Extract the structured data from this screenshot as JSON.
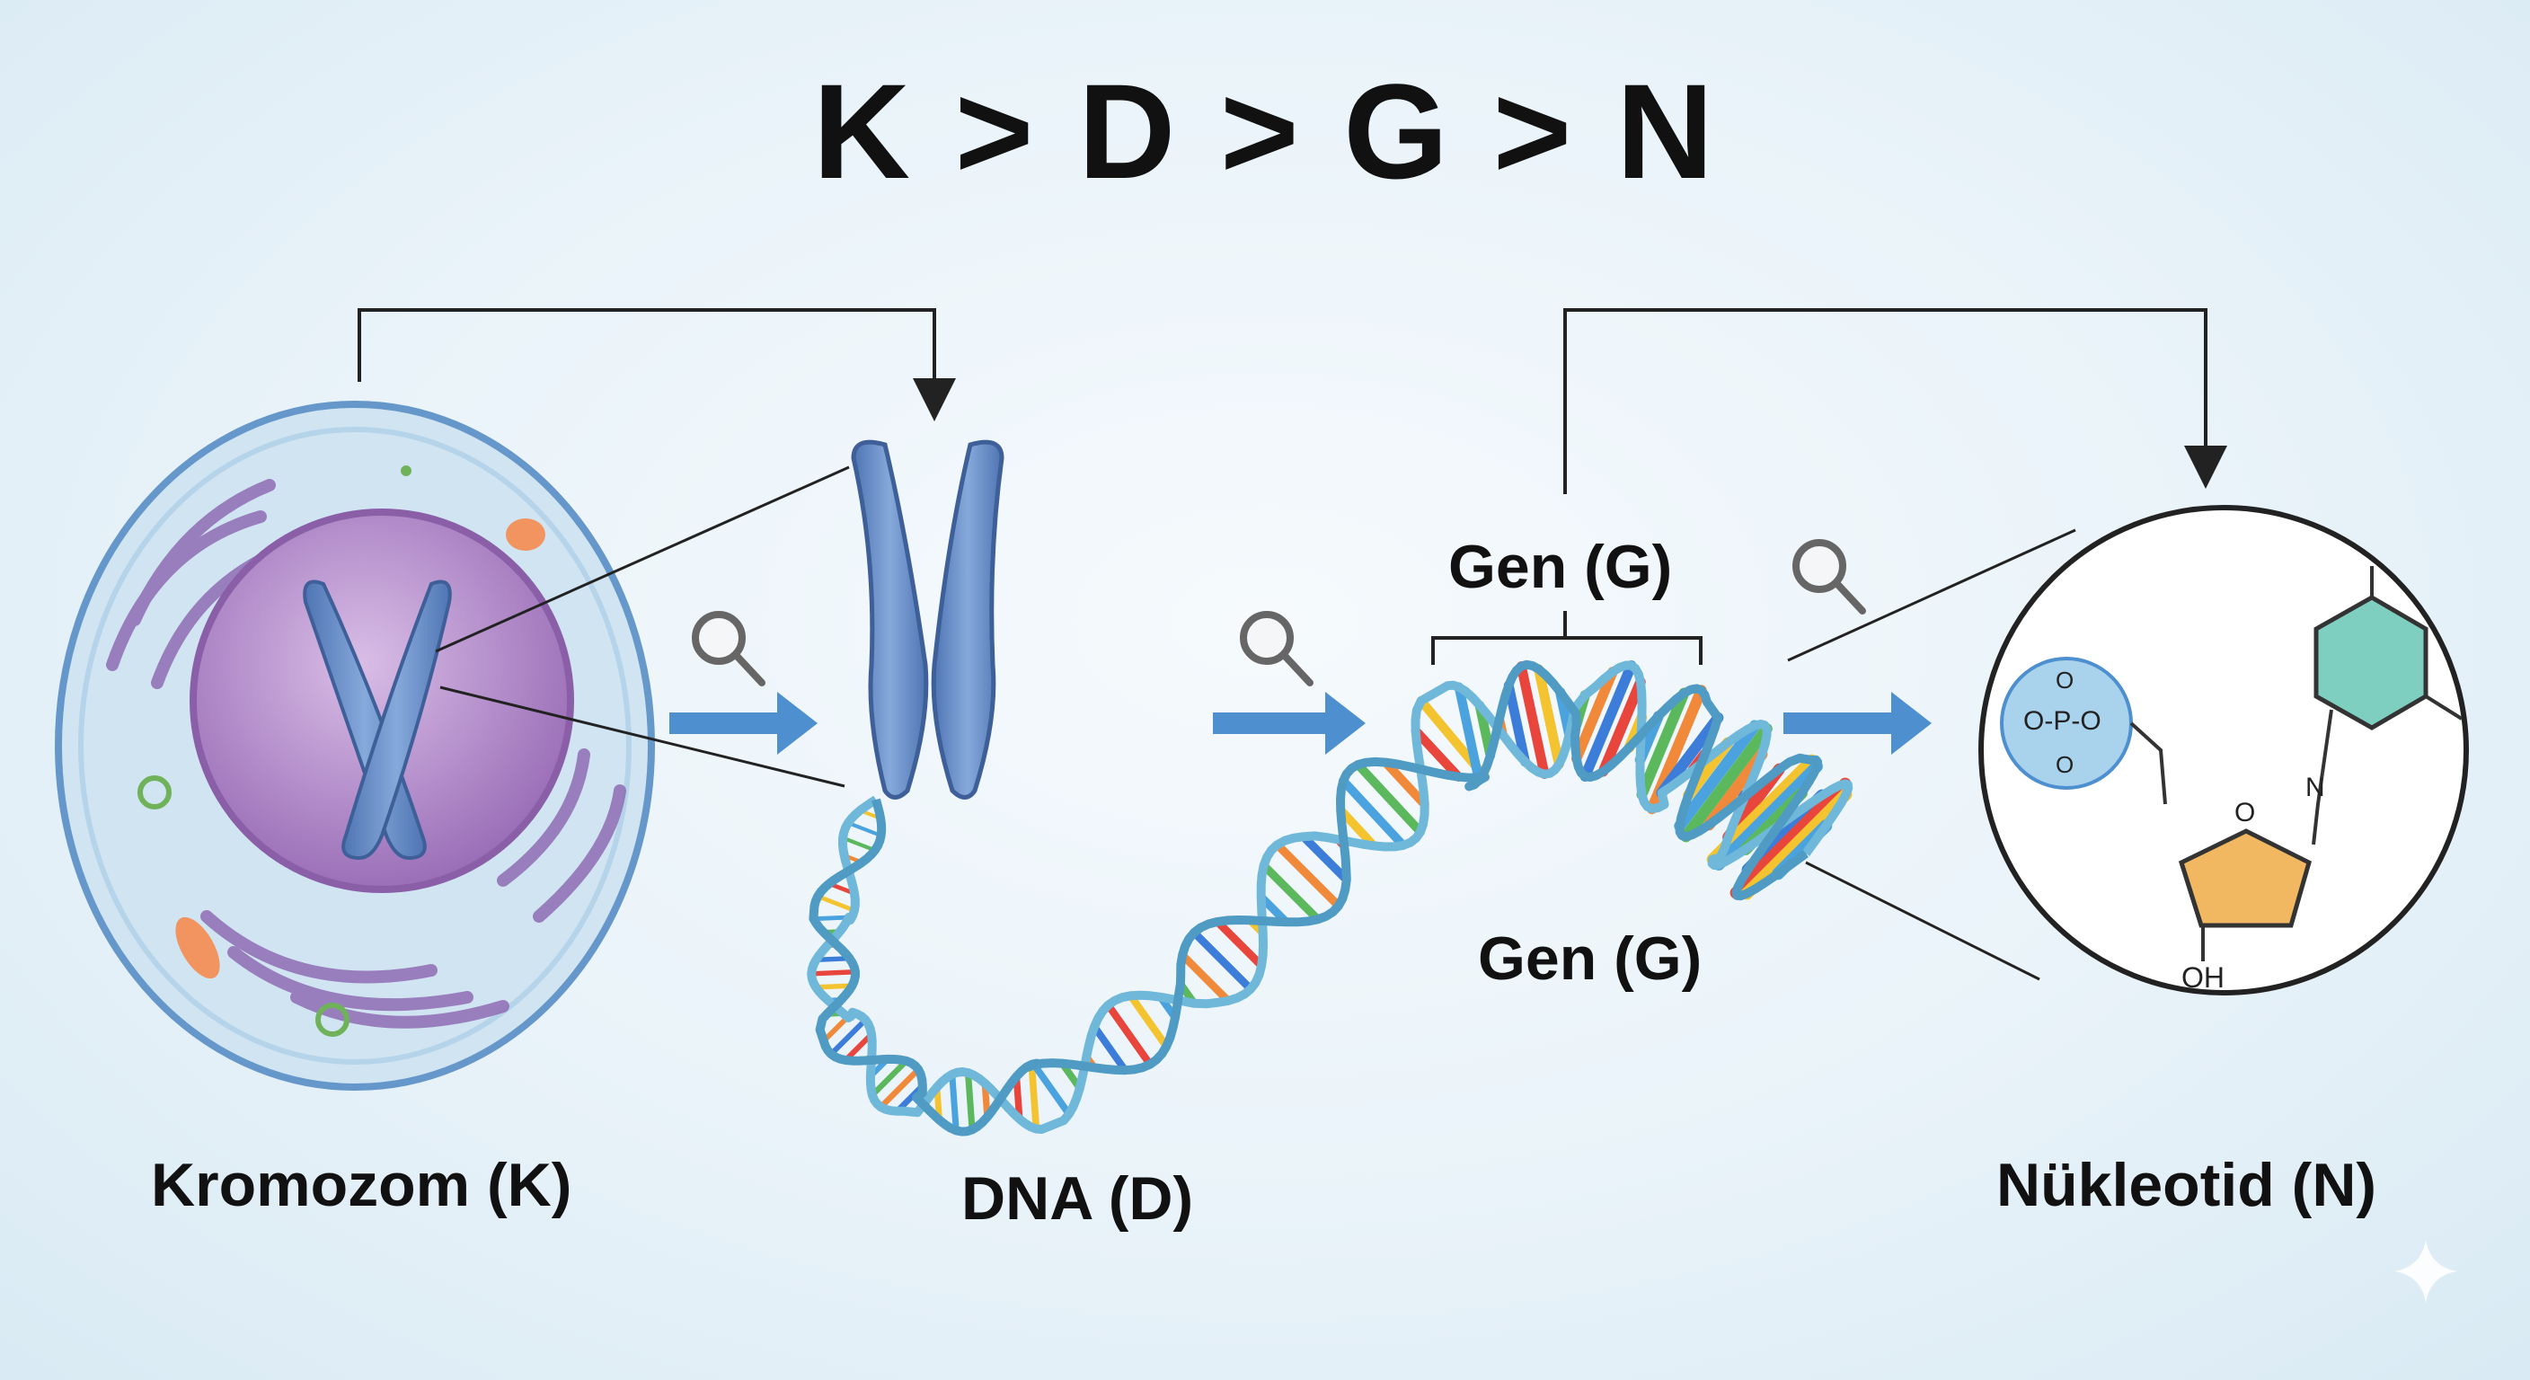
{
  "title": "K > D > G > N",
  "labels": {
    "chromosome": "Kromozom (K)",
    "dna": "DNA (D)",
    "gene_top": "Gen (G)",
    "gene_bottom": "Gen (G)",
    "nucleotide": "Nükleotid (N)"
  },
  "nucleotide_diagram": {
    "phosphate": "O-P-O",
    "o_top": "O",
    "o_bottom": "O",
    "ring_o": "O",
    "ring_n": "N",
    "hydroxyl": "OH"
  },
  "colors": {
    "cell_fill": "#cfe4f2",
    "nucleus": "#a77fc2",
    "chromosome": "#5f86c0",
    "arrow": "#4d8fcf",
    "pentose": "#f2b761",
    "base": "#7fcfc0",
    "phosphate": "#a9d2ec"
  },
  "icons": [
    "magnifier-icon",
    "magnifier-icon",
    "magnifier-icon",
    "sparkle-icon"
  ]
}
